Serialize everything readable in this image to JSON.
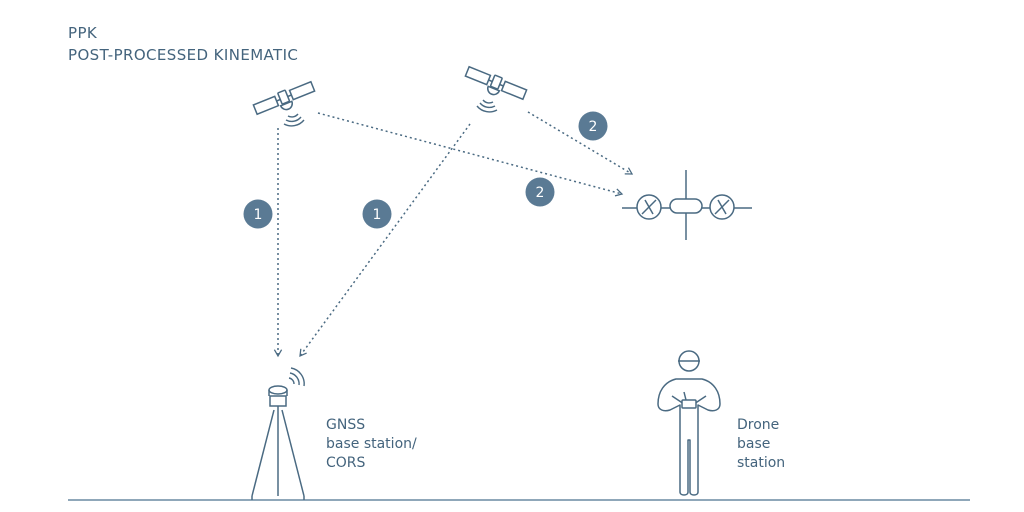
{
  "title": {
    "line1": "PPK",
    "line2": "POST-PROCESSED KINEMATIC"
  },
  "labels": {
    "gnss": [
      "GNSS",
      "base station/",
      "CORS"
    ],
    "drone_base": [
      "Drone",
      "base",
      "station"
    ]
  },
  "badges": {
    "step1": "1",
    "step2": "2"
  },
  "colors": {
    "line": "#4a6a82",
    "badge": "#5a7a94",
    "text": "#44647d",
    "ground": "#6a8aa2"
  },
  "icons": [
    "satellite-icon",
    "drone-icon",
    "tripod-antenna-icon",
    "operator-icon",
    "signal-waves-icon"
  ]
}
